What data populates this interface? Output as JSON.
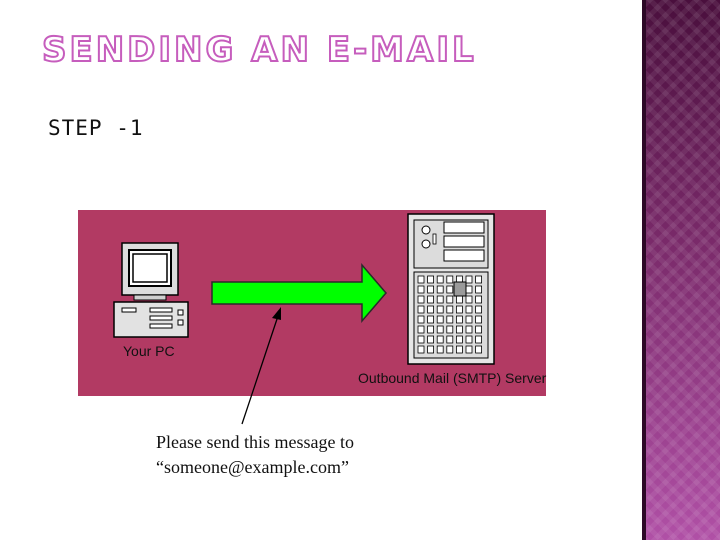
{
  "slide": {
    "title": "SENDING AN E-MAIL",
    "step": "STEP -1"
  },
  "diagram": {
    "pc_label": "Your PC",
    "server_label": "Outbound Mail (SMTP) Server",
    "background_color": "#b23a63",
    "arrow_color": "#00ff00"
  },
  "caption": {
    "line1": "Please send this message to",
    "line2": "“someone@example.com”"
  },
  "theme": {
    "side_band_colors": [
      "#4a0f3d",
      "#7a2a6a",
      "#b050a6"
    ],
    "title_outline_color": "#c65dbd"
  }
}
